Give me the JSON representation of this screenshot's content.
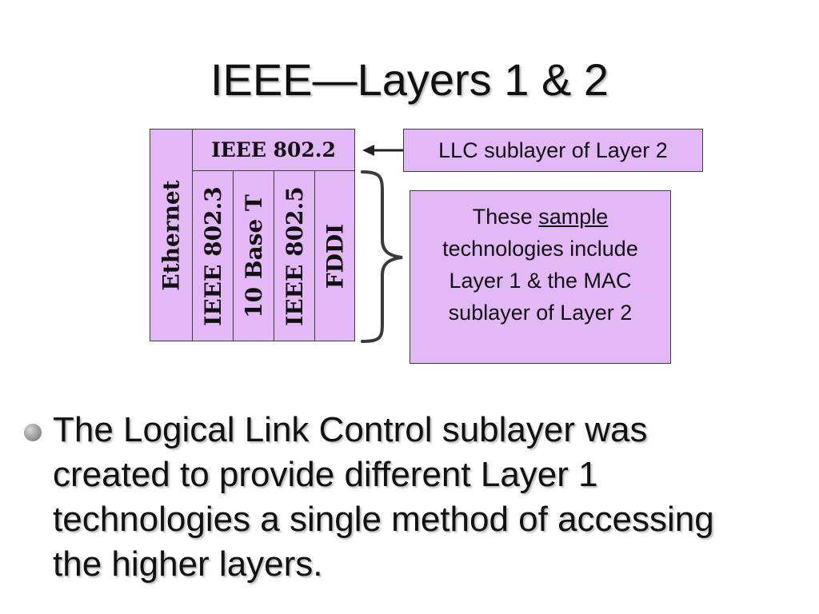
{
  "title": "IEEE—Layers 1 & 2",
  "diagram": {
    "ethernet_label": "Ethernet",
    "ieee_802_2_label": "IEEE 802.2",
    "mac_technologies": [
      "IEEE 802.3",
      "10 Base T",
      "IEEE 802.5",
      "FDDI"
    ],
    "llc_note": "LLC sublayer of Layer 2",
    "sample_note": {
      "line1_prefix": "These ",
      "line1_underlined": "sample",
      "rest": "technologies include Layer 1 & the MAC sublayer of Layer 2"
    }
  },
  "bullets": [
    "The Logical Link Control sublayer was created to provide different Layer 1 technologies a single method of accessing the higher layers."
  ],
  "colors": {
    "box_fill": "#e3b8f6",
    "box_border": "#404040"
  }
}
